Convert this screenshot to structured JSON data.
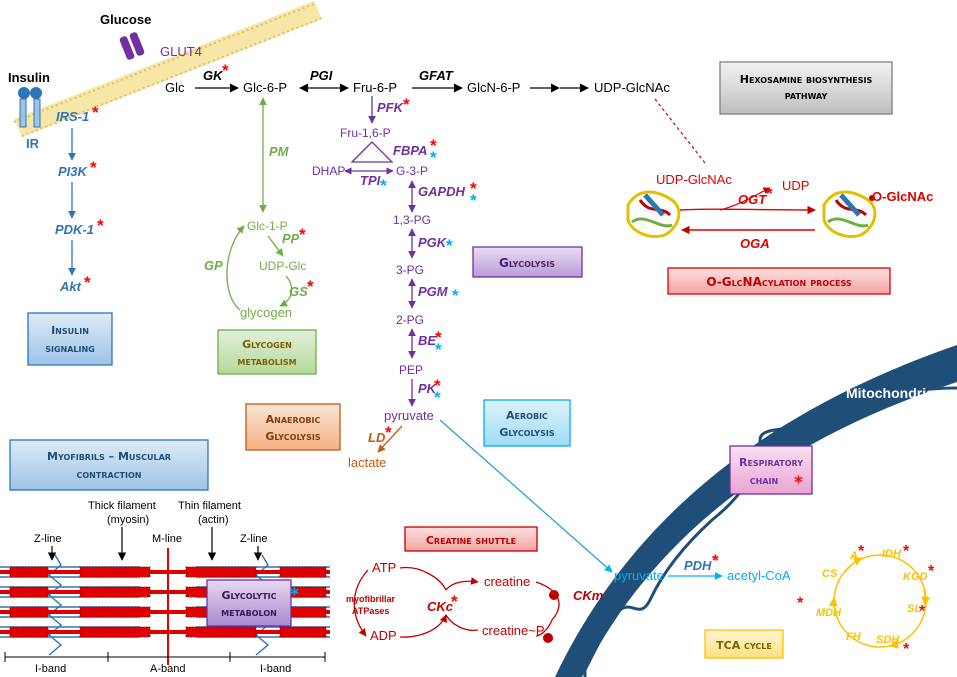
{
  "colors": {
    "glycolysis": "#7030a0",
    "insulin": "#2e75b6",
    "glycogen": "#70ad47",
    "anaerobic": "#c55a11",
    "aerobic": "#00b0f0",
    "creatine": "#c00000",
    "tca": "#ffc000",
    "ogt": "#e00000",
    "mito": "#1f4e79",
    "redStar": "#ff0000",
    "blueStar": "#00b0f0"
  },
  "labels": {
    "glucose": "Glucose",
    "glut4": "GLUT4",
    "insulin": "Insulin",
    "ir": "IR",
    "glc": "Glc",
    "gk": "GK",
    "glc6p": "Glc-6-P",
    "pgi": "PGI",
    "fru6p": "Fru-6-P",
    "gfat": "GFAT",
    "glcn6p": "GlcN-6-P",
    "udpglcnac_top": "UDP-GlcNAc",
    "pfk": "PFK",
    "fru16p": "Fru-1,6-P",
    "fbpa": "FBPA",
    "dhap": "DHAP",
    "tpi": "TPI",
    "g3p": "G-3-P",
    "gapdh": "GAPDH",
    "bpg13": "1,3-PG",
    "pgk": "PGK",
    "pg3": "3-PG",
    "pgm": "PGM",
    "pg2": "2-PG",
    "be": "BE",
    "pep": "PEP",
    "pk": "PK",
    "pyruvate": "pyruvate",
    "ld": "LD",
    "lactate": "lactate",
    "irs1": "IRS-1",
    "pi3k": "PI3K",
    "pdk1": "PDK-1",
    "akt": "Akt",
    "pm": "PM",
    "glc1p": "Glc-1-P",
    "pp": "PP",
    "udpglc": "UDP-Glc",
    "gp": "GP",
    "gs": "GS",
    "glycogen": "glycogen",
    "udpglcnac_ogt": "UDP-GlcNAc",
    "ogt": "OGT",
    "udp": "UDP",
    "oglcnac": "O-GlcNAc",
    "oga": "OGA",
    "mitochondria": "Mitochondria",
    "pyruvate_mito": "pyruvate",
    "pdh": "PDH",
    "acetylcoa": "acetyl-CoA",
    "ckm": "CKm",
    "atp": "ATP",
    "adp": "ADP",
    "myofibrillar": "myofibrillar",
    "atpases": "ATPases",
    "creatine": "creatine",
    "creatinep": "creatine~P",
    "ckc": "CKc",
    "thick": "Thick filament",
    "myosin": "(myosin)",
    "thin": "Thin filament",
    "actin": "(actin)",
    "zline_left": "Z-line",
    "mline": "M-line",
    "zline_right": "Z-line",
    "iband_left": "I-band",
    "aband": "A-band",
    "iband_right": "I-band",
    "star": "*"
  },
  "tca": {
    "a": "A",
    "idh": "IDH",
    "kgd": "KGD",
    "sl": "SL",
    "sdh": "SDH",
    "fh": "FH",
    "mdh": "MDH",
    "cs": "CS"
  },
  "boxes": {
    "hexosamine_1": "Hexosamine biosynthesis",
    "hexosamine_2": "pathway",
    "oglcnacylation": "O-GlcNAcylation process",
    "glycolysis": "Glycolysis",
    "insulin_1": "Insulin",
    "insulin_2": "signaling",
    "glycogen_1": "Glycogen",
    "glycogen_2": "metabolism",
    "anaerobic_1": "Anaerobic",
    "anaerobic_2": "Glycolysis",
    "aerobic_1": "Aerobic",
    "aerobic_2": "Glycolysis",
    "myofibrils_1": "Myofibrils – Muscular",
    "myofibrils_2": "contraction",
    "respiratory_1": "Respiratory",
    "respiratory_2": "chain",
    "creatine_shuttle": "Creatine shuttle",
    "glycolytic_1": "Glycolytic",
    "glycolytic_2": "metabolon",
    "tca_cycle": "TCA cycle"
  }
}
